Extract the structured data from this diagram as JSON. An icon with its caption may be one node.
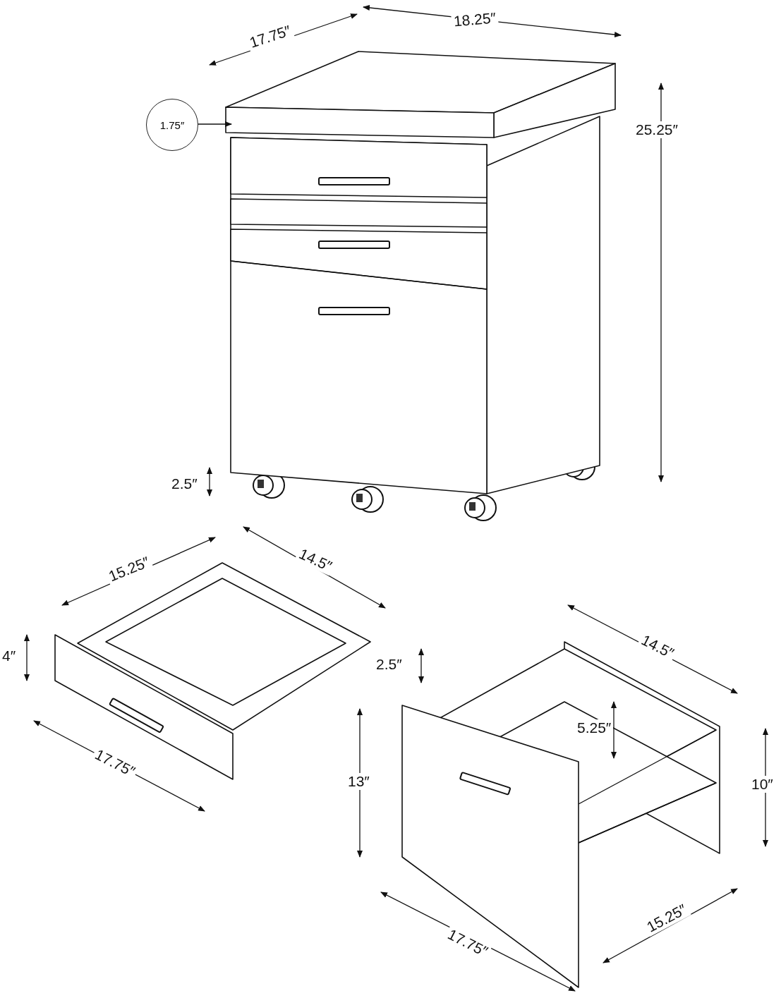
{
  "diagram": {
    "nodes": [
      {
        "text": [
          "1.75″"
        ]
      },
      {
        "text": [],
        "shape": "box"
      }
    ],
    "edges": [
      {
        "from": 0,
        "to": 1,
        "arrow": "to"
      }
    ],
    "labels": [
      "18.25″",
      "17.75″",
      "25.25″",
      "2.5″",
      "15.25″",
      "14.5″",
      "4″",
      "14.5″",
      "2.5″",
      "5.25″",
      "17.75″",
      "13″",
      "10″",
      "15.25″",
      "17.75″"
    ]
  }
}
